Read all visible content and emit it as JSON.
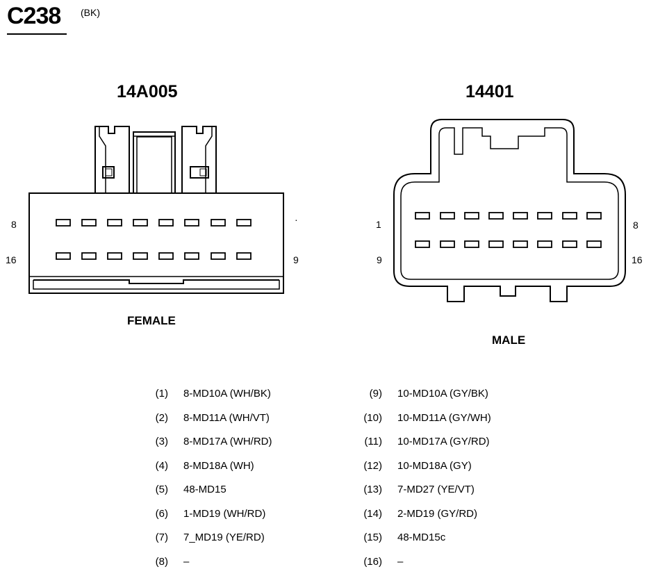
{
  "header": {
    "connector_id": "C238",
    "color_code": "(BK)"
  },
  "female_connector": {
    "part_number": "14A005",
    "gender_label": "FEMALE",
    "left_top_pin": "8",
    "left_bottom_pin": "16",
    "right_top_mark": "·",
    "right_bottom_pin": "9"
  },
  "male_connector": {
    "part_number": "14401",
    "gender_label": "MALE",
    "left_top_pin": "1",
    "left_bottom_pin": "9",
    "right_top_pin": "8",
    "right_bottom_pin": "16"
  },
  "pinout_left": [
    {
      "pin": "(1)",
      "circuit": "8-MD10A (WH/BK)"
    },
    {
      "pin": "(2)",
      "circuit": "8-MD11A (WH/VT)"
    },
    {
      "pin": "(3)",
      "circuit": "8-MD17A (WH/RD)"
    },
    {
      "pin": "(4)",
      "circuit": "8-MD18A (WH)"
    },
    {
      "pin": "(5)",
      "circuit": "48-MD15"
    },
    {
      "pin": "(6)",
      "circuit": "1-MD19 (WH/RD)"
    },
    {
      "pin": "(7)",
      "circuit": "7_MD19 (YE/RD)"
    },
    {
      "pin": "(8)",
      "circuit": "–"
    }
  ],
  "pinout_right": [
    {
      "pin": "(9)",
      "circuit": "10-MD10A (GY/BK)"
    },
    {
      "pin": "(10)",
      "circuit": "10-MD11A (GY/WH)"
    },
    {
      "pin": "(11)",
      "circuit": "10-MD17A (GY/RD)"
    },
    {
      "pin": "(12)",
      "circuit": "10-MD18A (GY)"
    },
    {
      "pin": "(13)",
      "circuit": "7-MD27 (YE/VT)"
    },
    {
      "pin": "(14)",
      "circuit": "2-MD19 (GY/RD)"
    },
    {
      "pin": "(15)",
      "circuit": "48-MD15c"
    },
    {
      "pin": "(16)",
      "circuit": "–"
    }
  ]
}
